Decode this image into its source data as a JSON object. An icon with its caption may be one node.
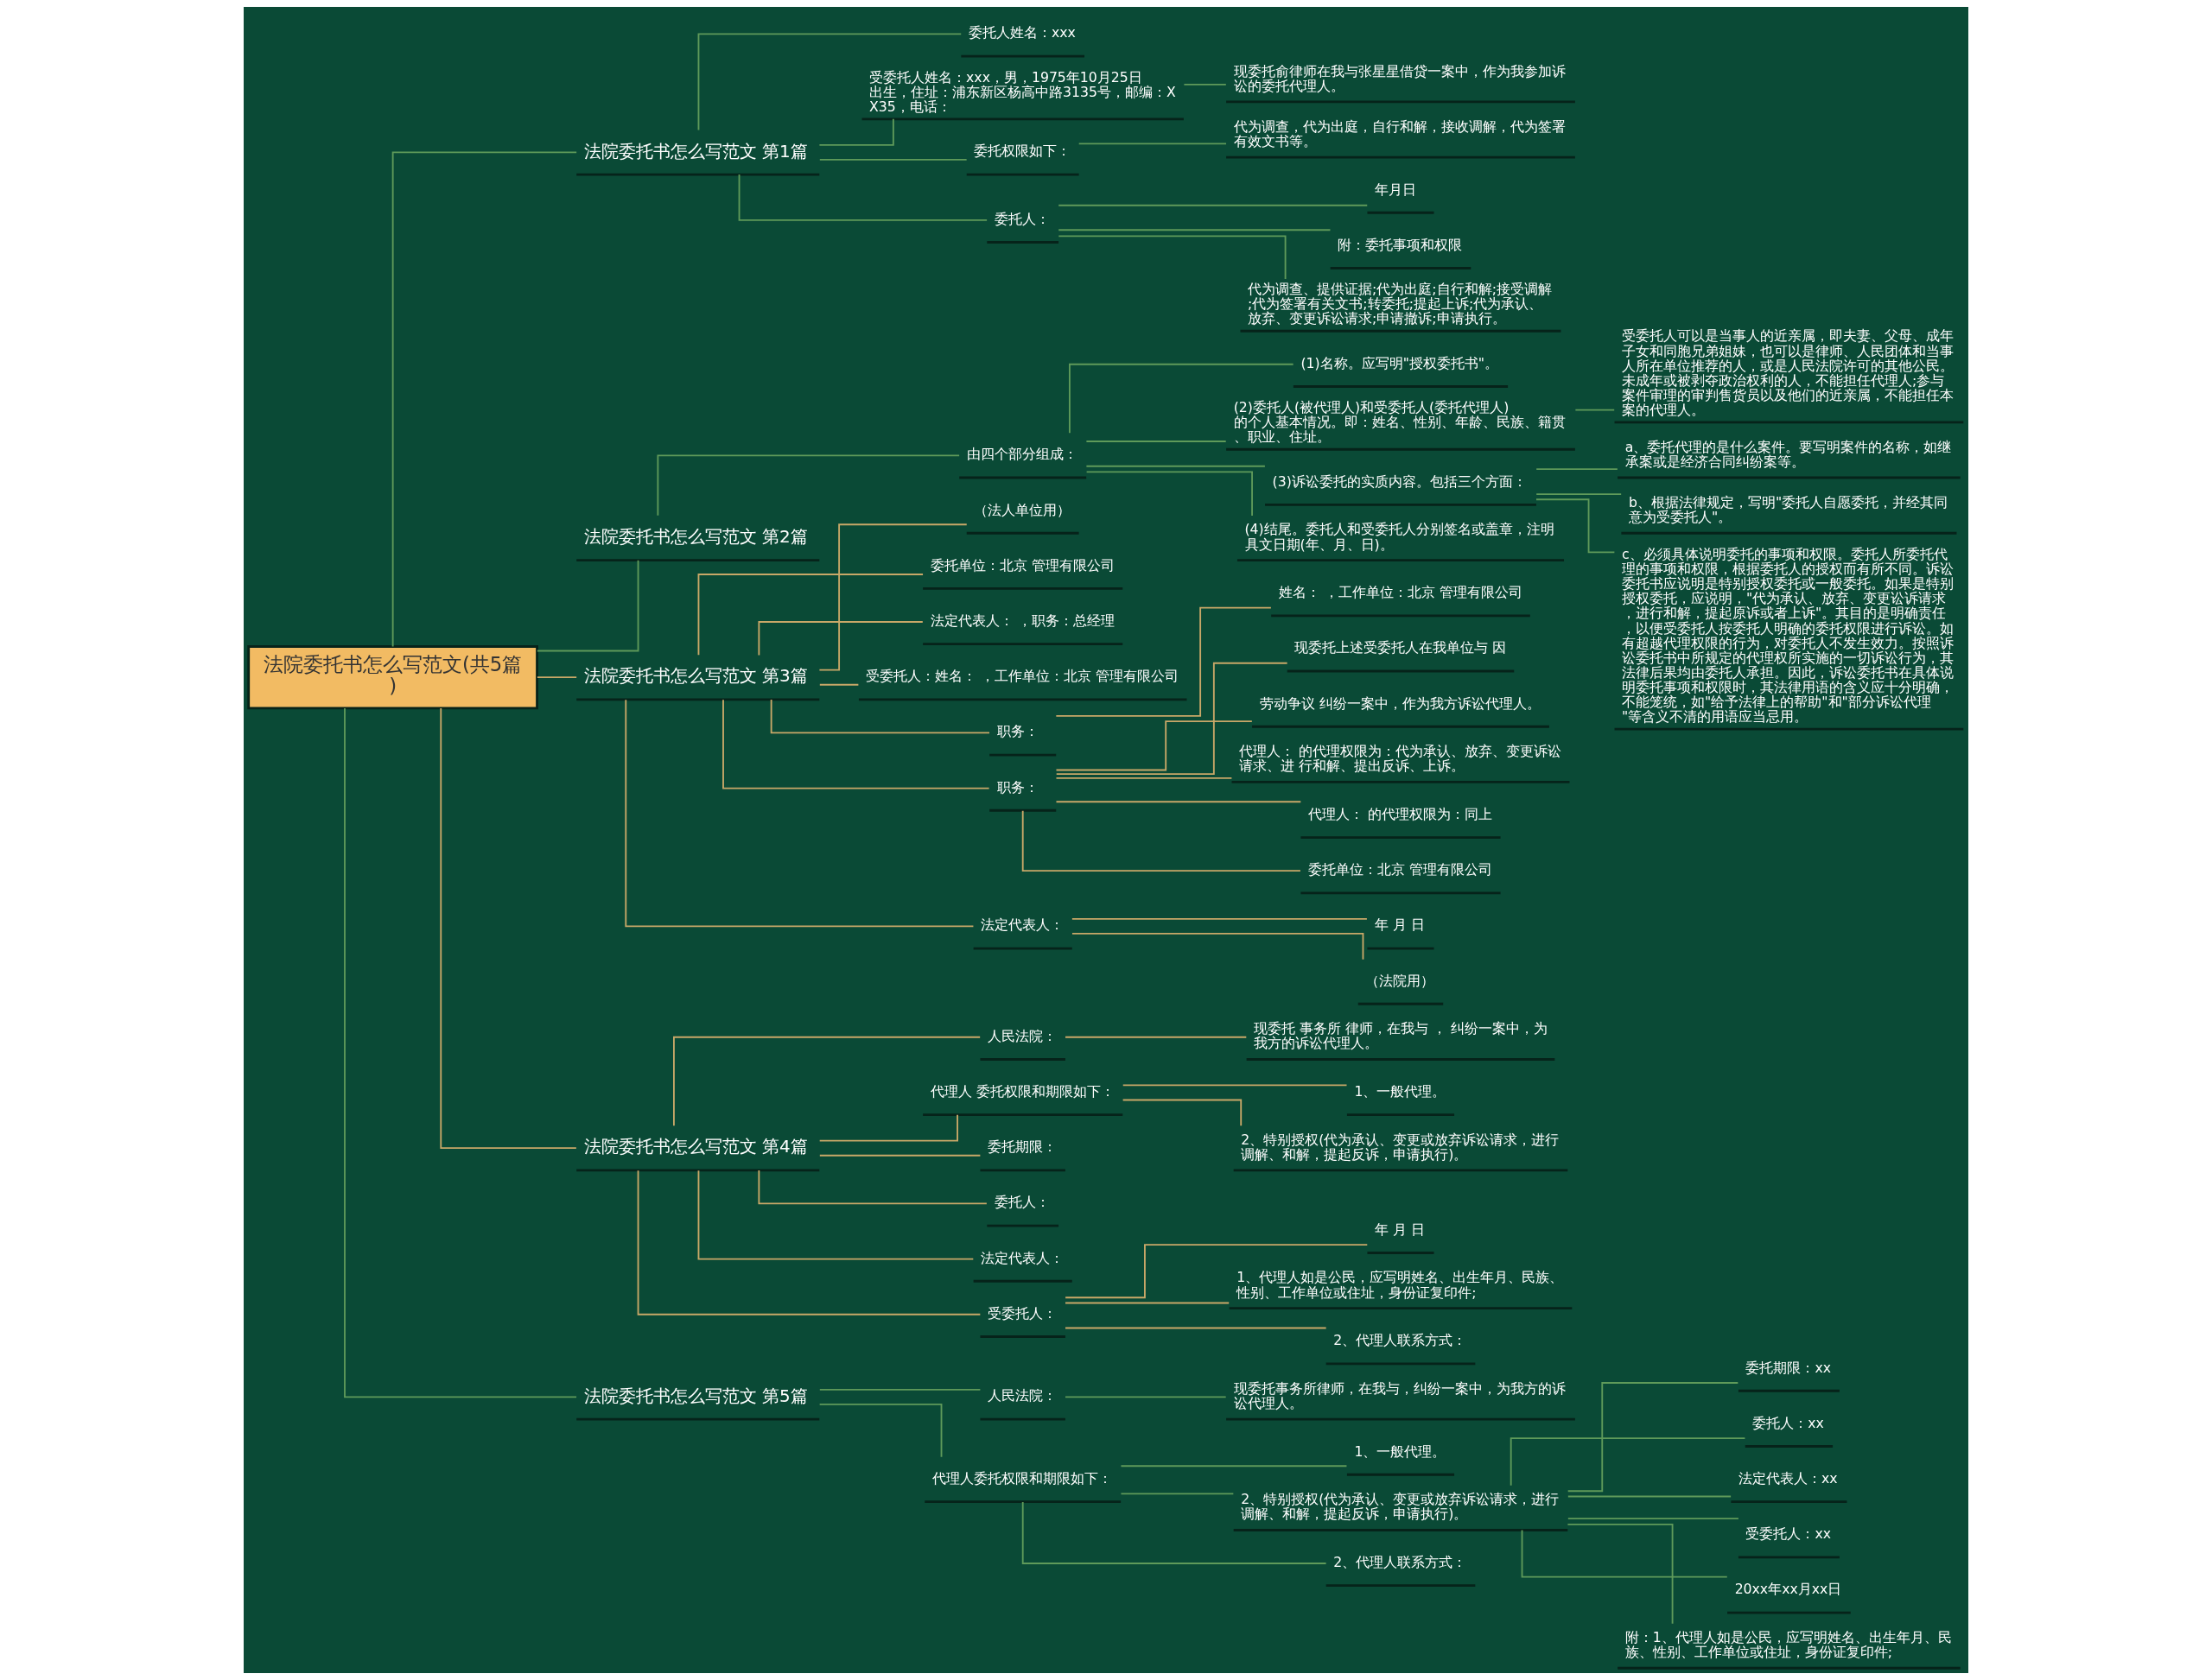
{
  "diagram": {
    "nodes": [
      {
        "text": [
          "法院委托书怎么写范文(共5篇)"
        ]
      },
      {
        "text": [
          "法院委托书怎么写范文 第1篇"
        ]
      },
      {
        "text": [
          "委托人姓名：xxx"
        ]
      },
      {
        "text": [
          "受委托人姓名：xxx，男，1975年10月25日出生，住址：浦东新区杨高中路3135号，邮编：XX35，电话："
        ]
      },
      {
        "text": [
          "现委托俞律师在我与张星星借贷一案中，作为我参加诉讼的委托代理人。"
        ]
      },
      {
        "text": [
          "委托权限如下："
        ]
      },
      {
        "text": [
          "代为调查，代为出庭，自行和解，接收调解，代为签署有效文书等。"
        ]
      },
      {
        "text": [
          "委托人："
        ]
      },
      {
        "text": [
          "年月日"
        ]
      },
      {
        "text": [
          "附：委托事项和权限"
        ]
      },
      {
        "text": [
          "代为调查、提供证据;代为出庭;自行和解;接受调解;代为签署有关文书;转委托;提起上诉;代为承认、放弃、变更诉讼请求;申请撤诉;申请执行。"
        ]
      },
      {
        "text": [
          "法院委托书怎么写范文 第2篇"
        ]
      },
      {
        "text": [
          "由四个部分组成："
        ]
      },
      {
        "text": [
          "(1)名称。应写明\"授权委托书\"。"
        ]
      },
      {
        "text": [
          "(2)委托人(被代理人)和受委托人(委托代理人)的个人基本情况。即：姓名、性别、年龄、民族、籍贯、职业、住址。"
        ]
      },
      {
        "text": [
          "受委托人可以是当事人的近亲属，即夫妻、父母、成年子女和同胞兄弟姐妹，也可以是律师、人民团体和当事人所在单位推荐的人，或是人民法院许可的其他公民。未成年或被剥夺政治权利的人，不能担任代理人;参与案件审理的审判售货员以及他们的近亲属，不能担任本案的代理人。"
        ]
      },
      {
        "text": [
          "(3)诉讼委托的实质内容。包括三个方面："
        ]
      },
      {
        "text": [
          "a、委托代理的是什么案件。要写明案件的名称，如继承案或是经济合同纠纷案等。"
        ]
      },
      {
        "text": [
          "b、根据法律规定，写明\"委托人自愿委托，并经其同意为受委托人\"。"
        ]
      },
      {
        "text": [
          "c、必须具体说明委托的事项和权限。委托人所委托代理的事项和权限，根据委托人的授权而有所不同。诉讼委托书应说明是特别授权委托或一般委托。如果是特别授权委托，应说明，\"代为承认、放弃、变更讼诉请求，进行和解，提起原诉或者上诉\"。其目的是明确责任，以便受委托人按委托人明确的委托权限进行诉讼。如有超越代理权限的行为，对委托人不发生效力。按照诉讼委托书中所规定的代理权所实施的一切诉讼行为，其法律后果均由委托人承担。因此，诉讼委托书在具体说明委托事项和权限时，其法律用语的含义应十分明确，不能笼统，如\"给予法律上的帮助\"和\"部分诉讼代理\"等含义不清的用语应当忌用。"
        ]
      },
      {
        "text": [
          "(4)结尾。委托人和受委托人分别签名或盖章，注明具文日期(年、月、日)。"
        ]
      },
      {
        "text": [
          "法院委托书怎么写范文 第3篇"
        ]
      },
      {
        "text": [
          "（法人单位用）"
        ]
      },
      {
        "text": [
          "委托单位：北京 管理有限公司"
        ]
      },
      {
        "text": [
          "法定代表人： ，职务：总经理"
        ]
      },
      {
        "text": [
          "受委托人：姓名： ，工作单位：北京 管理有限公司"
        ]
      },
      {
        "text": [
          "职务："
        ]
      },
      {
        "text": [
          "姓名： ，工作单位：北京 管理有限公司"
        ]
      },
      {
        "text": [
          "职务："
        ]
      },
      {
        "text": [
          "现委托上述受委托人在我单位与 因"
        ]
      },
      {
        "text": [
          "劳动争议 纠纷一案中，作为我方诉讼代理人。"
        ]
      },
      {
        "text": [
          "代理人： 的代理权限为：代为承认、放弃、变更诉讼请求、进 行和解、提出反诉、上诉。"
        ]
      },
      {
        "text": [
          "代理人： 的代理权限为：同上"
        ]
      },
      {
        "text": [
          "委托单位：北京 管理有限公司"
        ]
      },
      {
        "text": [
          "法定代表人："
        ]
      },
      {
        "text": [
          "年 月 日"
        ]
      },
      {
        "text": [
          "（法院用）"
        ]
      },
      {
        "text": [
          "法院委托书怎么写范文 第4篇"
        ]
      },
      {
        "text": [
          "人民法院："
        ]
      },
      {
        "text": [
          "现委托 事务所 律师，在我与 ， 纠纷一案中，为我方的诉讼代理人。"
        ]
      },
      {
        "text": [
          "代理人 委托权限和期限如下："
        ]
      },
      {
        "text": [
          "1、一般代理。"
        ]
      },
      {
        "text": [
          "2、特别授权(代为承认、变更或放弃诉讼请求，进行调解、和解，提起反诉，申请执行)。"
        ]
      },
      {
        "text": [
          "委托期限："
        ]
      },
      {
        "text": [
          "委托人："
        ]
      },
      {
        "text": [
          "法定代表人："
        ]
      },
      {
        "text": [
          "受委托人："
        ]
      },
      {
        "text": [
          "年 月 日"
        ]
      },
      {
        "text": [
          "1、代理人如是公民，应写明姓名、出生年月、民族、性别、工作单位或住址，身份证复印件;"
        ]
      },
      {
        "text": [
          "2、代理人联系方式："
        ]
      },
      {
        "text": [
          "法院委托书怎么写范文 第5篇"
        ]
      },
      {
        "text": [
          "人民法院："
        ]
      },
      {
        "text": [
          "现委托事务所律师，在我与，纠纷一案中，为我方的诉讼代理人。"
        ]
      },
      {
        "text": [
          "代理人委托权限和期限如下："
        ]
      },
      {
        "text": [
          "1、一般代理。"
        ]
      },
      {
        "text": [
          "2、特别授权(代为承认、变更或放弃诉讼请求，进行调解、和解，提起反诉，申请执行)。"
        ]
      },
      {
        "text": [
          "委托期限：xx"
        ]
      },
      {
        "text": [
          "委托人：xx"
        ]
      },
      {
        "text": [
          "法定代表人：xx"
        ]
      },
      {
        "text": [
          "受委托人：xx"
        ]
      },
      {
        "text": [
          "20xx年xx月xx日"
        ]
      },
      {
        "text": [
          "附：1、代理人如是公民，应写明姓名、出生年月、民族、性别、工作单位或住址，身份证复印件;"
        ]
      },
      {
        "text": [
          "2、代理人联系方式："
        ]
      }
    ],
    "edges": [
      {
        "from": 0,
        "to": 1,
        "arrow": "none"
      },
      {
        "from": 1,
        "to": 2,
        "arrow": "none"
      },
      {
        "from": 1,
        "to": 3,
        "arrow": "none"
      },
      {
        "from": 3,
        "to": 4,
        "arrow": "none"
      },
      {
        "from": 1,
        "to": 5,
        "arrow": "none"
      },
      {
        "from": 5,
        "to": 6,
        "arrow": "none"
      },
      {
        "from": 1,
        "to": 7,
        "arrow": "none"
      },
      {
        "from": 7,
        "to": 8,
        "arrow": "none"
      },
      {
        "from": 7,
        "to": 9,
        "arrow": "none"
      },
      {
        "from": 7,
        "to": 10,
        "arrow": "none"
      },
      {
        "from": 0,
        "to": 11,
        "arrow": "none"
      },
      {
        "from": 11,
        "to": 12,
        "arrow": "none"
      },
      {
        "from": 12,
        "to": 13,
        "arrow": "none"
      },
      {
        "from": 12,
        "to": 14,
        "arrow": "none"
      },
      {
        "from": 14,
        "to": 15,
        "arrow": "none"
      },
      {
        "from": 12,
        "to": 16,
        "arrow": "none"
      },
      {
        "from": 16,
        "to": 17,
        "arrow": "none"
      },
      {
        "from": 16,
        "to": 18,
        "arrow": "none"
      },
      {
        "from": 16,
        "to": 19,
        "arrow": "none"
      },
      {
        "from": 12,
        "to": 20,
        "arrow": "none"
      },
      {
        "from": 0,
        "to": 21,
        "arrow": "none",
        "color": "#c9a868"
      },
      {
        "from": 21,
        "to": 22,
        "arrow": "none",
        "color": "#c9a868"
      },
      {
        "from": 21,
        "to": 23,
        "arrow": "none",
        "color": "#c9a868"
      },
      {
        "from": 21,
        "to": 24,
        "arrow": "none",
        "color": "#c9a868"
      },
      {
        "from": 21,
        "to": 25,
        "arrow": "none",
        "color": "#c9a868"
      },
      {
        "from": 21,
        "to": 26,
        "arrow": "none",
        "color": "#c9a868"
      },
      {
        "from": 26,
        "to": 27,
        "arrow": "none",
        "color": "#c9a868"
      },
      {
        "from": 21,
        "to": 28,
        "arrow": "none",
        "color": "#c9a868"
      },
      {
        "from": 28,
        "to": 29,
        "arrow": "none",
        "color": "#c9a868"
      },
      {
        "from": 28,
        "to": 30,
        "arrow": "none",
        "color": "#c9a868"
      },
      {
        "from": 28,
        "to": 31,
        "arrow": "none",
        "color": "#c9a868"
      },
      {
        "from": 28,
        "to": 32,
        "arrow": "none",
        "color": "#c9a868"
      },
      {
        "from": 28,
        "to": 33,
        "arrow": "none",
        "color": "#c9a868"
      },
      {
        "from": 21,
        "to": 34,
        "arrow": "none",
        "color": "#c9a868"
      },
      {
        "from": 34,
        "to": 35,
        "arrow": "none",
        "color": "#c9a868"
      },
      {
        "from": 34,
        "to": 36,
        "arrow": "none",
        "color": "#c9a868"
      },
      {
        "from": 0,
        "to": 37,
        "arrow": "none",
        "color": "#c9a868"
      },
      {
        "from": 37,
        "to": 38,
        "arrow": "none",
        "color": "#c9a868"
      },
      {
        "from": 38,
        "to": 39,
        "arrow": "none",
        "color": "#c9a868"
      },
      {
        "from": 37,
        "to": 40,
        "arrow": "none",
        "color": "#c9a868"
      },
      {
        "from": 40,
        "to": 41,
        "arrow": "none",
        "color": "#c9a868"
      },
      {
        "from": 40,
        "to": 42,
        "arrow": "none",
        "color": "#c9a868"
      },
      {
        "from": 37,
        "to": 43,
        "arrow": "none",
        "color": "#c9a868"
      },
      {
        "from": 37,
        "to": 44,
        "arrow": "none",
        "color": "#c9a868"
      },
      {
        "from": 37,
        "to": 45,
        "arrow": "none",
        "color": "#c9a868"
      },
      {
        "from": 37,
        "to": 46,
        "arrow": "none",
        "color": "#c9a868"
      },
      {
        "from": 46,
        "to": 47,
        "arrow": "none",
        "color": "#c9a868"
      },
      {
        "from": 46,
        "to": 48,
        "arrow": "none",
        "color": "#c9a868"
      },
      {
        "from": 46,
        "to": 49,
        "arrow": "none",
        "color": "#c9a868"
      },
      {
        "from": 0,
        "to": 50,
        "arrow": "none"
      },
      {
        "from": 50,
        "to": 51,
        "arrow": "none"
      },
      {
        "from": 51,
        "to": 52,
        "arrow": "none"
      },
      {
        "from": 50,
        "to": 53,
        "arrow": "none"
      },
      {
        "from": 53,
        "to": 54,
        "arrow": "none"
      },
      {
        "from": 53,
        "to": 55,
        "arrow": "none"
      },
      {
        "from": 55,
        "to": 56,
        "arrow": "none"
      },
      {
        "from": 55,
        "to": 57,
        "arrow": "none"
      },
      {
        "from": 55,
        "to": 58,
        "arrow": "none"
      },
      {
        "from": 55,
        "to": 59,
        "arrow": "none"
      },
      {
        "from": 55,
        "to": 60,
        "arrow": "none"
      },
      {
        "from": 55,
        "to": 61,
        "arrow": "none"
      },
      {
        "from": 53,
        "to": 62,
        "arrow": "none"
      }
    ]
  }
}
